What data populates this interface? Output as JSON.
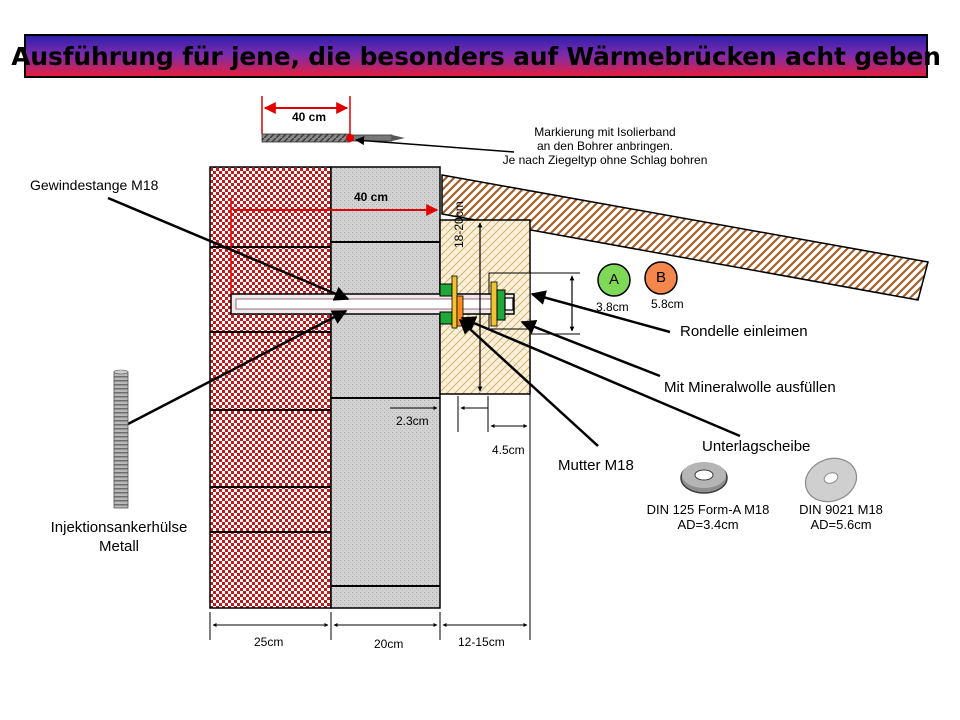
{
  "title": "Ausführung für jene, die besonders auf Wärmebrücken acht geben",
  "drill": {
    "length_label": "40 cm"
  },
  "note_marking": [
    "Markierung mit Isolierband",
    "an den Bohrer anbringen.",
    "Je nach Ziegeltyp ohne Schlag bohren"
  ],
  "wall": {
    "depth_label": "40 cm"
  },
  "labels": {
    "threaded_rod": "Gewindestange M18",
    "anchor_sleeve_line1": "Injektionsankerhülse",
    "anchor_sleeve_line2": "Metall",
    "glue_washer": "Rondelle einleimen",
    "mineral_wool": "Mit Mineralwolle ausfüllen",
    "nut": "Mutter M18",
    "washer_heading": "Unterlagscheibe"
  },
  "markers": [
    {
      "letter": "A",
      "size": "3.8cm",
      "color": "#7ed957"
    },
    {
      "letter": "B",
      "size": "5.8cm",
      "color": "#f4874b"
    }
  ],
  "dimensions": {
    "height_beam": "18-20cm",
    "gap_small": "2.3cm",
    "gap_45": "4.5cm",
    "brick": "25cm",
    "concrete": "20cm",
    "insulation": "12-15cm"
  },
  "washers": [
    {
      "line1": "DIN 125 Form-A  M18",
      "line2": "AD=3.4cm"
    },
    {
      "line1": "DIN 9021  M18",
      "line2": "AD=5.6cm"
    }
  ]
}
